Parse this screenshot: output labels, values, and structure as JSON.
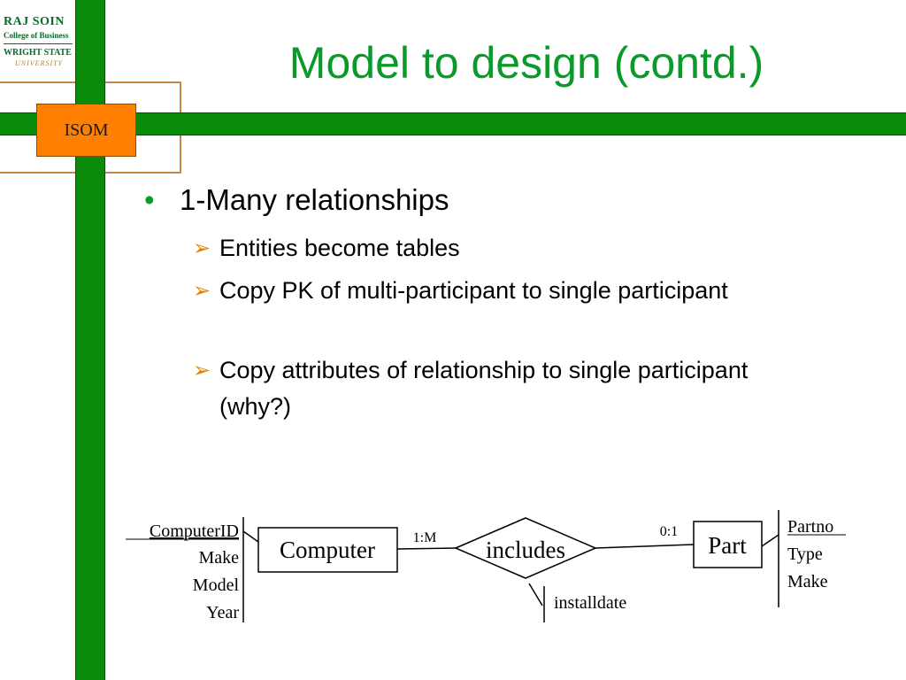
{
  "logo": {
    "line1": "RAJ SOIN",
    "line2": "College of Business",
    "line3": "WRIGHT STATE",
    "line4": "UNIVERSITY"
  },
  "badge": "ISOM",
  "title": "Model to design (contd.)",
  "bullets": {
    "main": "1-Many relationships",
    "subs": [
      "Entities become tables",
      "Copy PK of multi-participant to single participant",
      "Copy attributes of relationship to single participant (why?)"
    ]
  },
  "diagram": {
    "entity1": {
      "name": "Computer",
      "attributes": [
        "ComputerID",
        "Make",
        "Model",
        "Year"
      ]
    },
    "relationship": {
      "name": "includes",
      "attribute": "installdate"
    },
    "entity2": {
      "name": "Part",
      "attributes": [
        "Partno",
        "Type",
        "Make"
      ]
    },
    "cardinality_left": "1:M",
    "cardinality_right": "0:1"
  },
  "colors": {
    "bar_green": "#0a8a0a",
    "title_green": "#0a9a2a",
    "badge_orange": "#ff8000",
    "arrow_orange": "#e08000"
  }
}
